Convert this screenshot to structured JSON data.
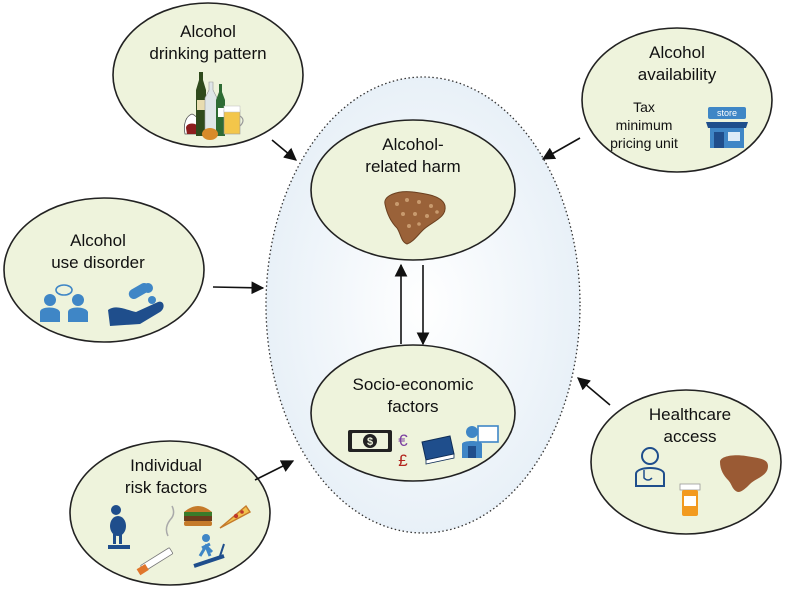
{
  "center_nodes": {
    "harm": {
      "line1": "Alcohol-",
      "line2": "related harm",
      "icon": "liver-icon"
    },
    "socio": {
      "line1": "Socio-economic",
      "line2": "factors",
      "icons": [
        "money-icon",
        "euro-pound-icon",
        "book-icon",
        "teacher-icon"
      ],
      "euro": "€",
      "pound": "£"
    }
  },
  "nodes": {
    "drinking_pattern": {
      "line1": "Alcohol",
      "line2": "drinking pattern",
      "icon": "alcohol-bottles-icon"
    },
    "availability": {
      "line1": "Alcohol",
      "line2": "availability",
      "detail1": "Tax",
      "detail2": "minimum",
      "detail3": "pricing unit",
      "store_label": "store",
      "icon": "store-icon"
    },
    "use_disorder": {
      "line1": "Alcohol",
      "line2": "use disorder",
      "icons": [
        "counseling-icon",
        "pills-hand-icon"
      ]
    },
    "healthcare": {
      "line1": "Healthcare",
      "line2": "access",
      "icons": [
        "doctor-icon",
        "pill-bottle-icon",
        "liver-icon"
      ]
    },
    "risk_factors": {
      "line1": "Individual",
      "line2": "risk factors",
      "icons": [
        "obesity-scale-icon",
        "burger-icon",
        "pizza-icon",
        "cigarette-icon",
        "treadmill-icon"
      ]
    }
  },
  "colors": {
    "node_fill": "#eef3dc",
    "node_stroke": "#222222",
    "container_fill": "#eef4f9",
    "liver": "#9a6239",
    "icon_blue": "#3f86c6",
    "arrow": "#111111"
  }
}
